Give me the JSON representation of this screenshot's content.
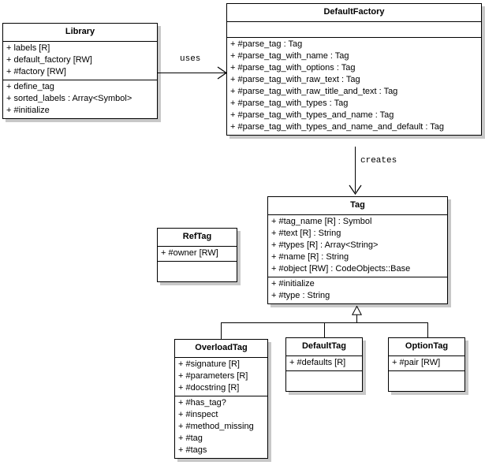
{
  "diagram": {
    "type": "uml-class-diagram",
    "background_color": "#ffffff",
    "line_color": "#000000",
    "shadow_color": "#c8c8c8",
    "classes": [
      {
        "id": "library",
        "name": "Library",
        "attributes": [
          "+ labels [R]",
          "+ default_factory [RW]",
          "+ #factory [RW]"
        ],
        "operations": [
          "+ define_tag",
          "+ sorted_labels : Array<Symbol>",
          "+ #initialize"
        ]
      },
      {
        "id": "default_factory",
        "name": "DefaultFactory",
        "attributes": [],
        "operations": [
          "+ #parse_tag : Tag",
          "+ #parse_tag_with_name : Tag",
          "+ #parse_tag_with_options : Tag",
          "+ #parse_tag_with_raw_text : Tag",
          "+ #parse_tag_with_raw_title_and_text : Tag",
          "+ #parse_tag_with_types : Tag",
          "+ #parse_tag_with_types_and_name : Tag",
          "+ #parse_tag_with_types_and_name_and_default : Tag"
        ]
      },
      {
        "id": "tag",
        "name": "Tag",
        "attributes": [
          "+ #tag_name [R] : Symbol",
          "+ #text [R] : String",
          "+ #types [R] : Array<String>",
          "+ #name [R] : String",
          "+ #object [RW] : CodeObjects::Base"
        ],
        "operations": [
          "+ #initialize",
          "+ #type : String"
        ]
      },
      {
        "id": "reftag",
        "name": "RefTag",
        "attributes": [
          "+ #owner [RW]"
        ],
        "operations": []
      },
      {
        "id": "overloadtag",
        "name": "OverloadTag",
        "attributes": [
          "+ #signature [R]",
          "+ #parameters [R]",
          "+ #docstring [R]"
        ],
        "operations": [
          "+ #has_tag?",
          "+ #inspect",
          "+ #method_missing",
          "+ #tag",
          "+ #tags"
        ]
      },
      {
        "id": "defaulttag",
        "name": "DefaultTag",
        "attributes": [
          "+ #defaults [R]"
        ],
        "operations": []
      },
      {
        "id": "optiontag",
        "name": "OptionTag",
        "attributes": [
          "+ #pair [RW]"
        ],
        "operations": []
      }
    ],
    "relationships": [
      {
        "id": "library-uses-defaultfactory",
        "label": "uses",
        "kind": "association-directed",
        "from": "Library",
        "to": "DefaultFactory"
      },
      {
        "id": "defaultfactory-creates-tag",
        "label": "creates",
        "kind": "association-directed",
        "from": "DefaultFactory",
        "to": "Tag"
      },
      {
        "id": "overloadtag-inherits-tag",
        "label": "",
        "kind": "generalization",
        "from": "OverloadTag",
        "to": "Tag"
      },
      {
        "id": "defaulttag-inherits-tag",
        "label": "",
        "kind": "generalization",
        "from": "DefaultTag",
        "to": "Tag"
      },
      {
        "id": "optiontag-inherits-tag",
        "label": "",
        "kind": "generalization",
        "from": "OptionTag",
        "to": "Tag"
      }
    ]
  }
}
